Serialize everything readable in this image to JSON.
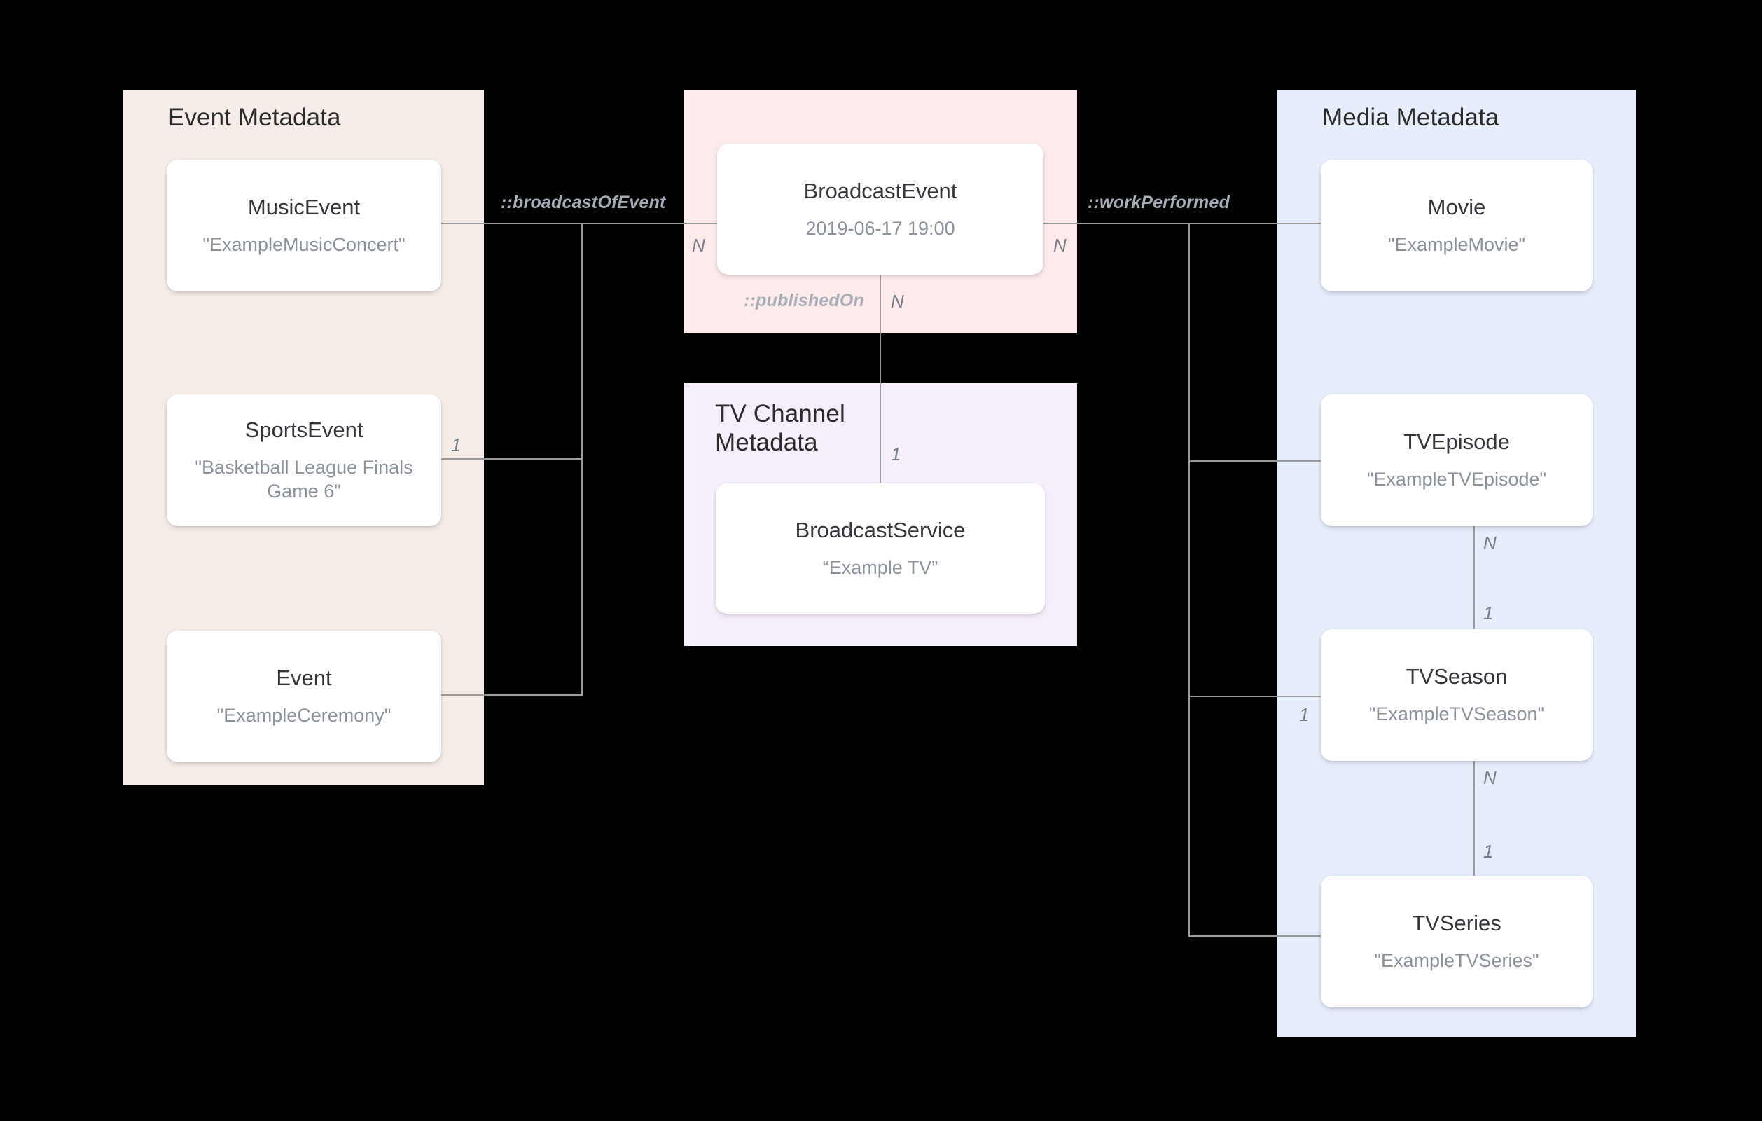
{
  "diagram": {
    "title": "Broadcast metadata entity relationship diagram",
    "background": "#000000",
    "groups": [
      {
        "id": "event",
        "label": "Event Metadata",
        "color": "#f5ece7"
      },
      {
        "id": "broadcast",
        "label": "",
        "color": "#fdeaea"
      },
      {
        "id": "tvchannel",
        "label": "TV Channel\nMetadata",
        "color": "#f6eefb"
      },
      {
        "id": "media",
        "label": "Media Metadata",
        "color": "#e6edfb"
      }
    ],
    "entities": [
      {
        "id": "musicevent",
        "type": "MusicEvent",
        "value": "\"ExampleMusicConcert\""
      },
      {
        "id": "sportsevent",
        "type": "SportsEvent",
        "value": "\"Basketball League Finals Game 6\""
      },
      {
        "id": "event",
        "type": "Event",
        "value": "\"ExampleCeremony\""
      },
      {
        "id": "broadcastevent",
        "type": "BroadcastEvent",
        "value": "2019-06-17 19:00"
      },
      {
        "id": "broadcastservice",
        "type": "BroadcastService",
        "value": "“Example TV”"
      },
      {
        "id": "movie",
        "type": "Movie",
        "value": "\"ExampleMovie\""
      },
      {
        "id": "tvepisode",
        "type": "TVEpisode",
        "value": "\"ExampleTVEpisode\""
      },
      {
        "id": "tvseason",
        "type": "TVSeason",
        "value": "\"ExampleTVSeason\""
      },
      {
        "id": "tvseries",
        "type": "TVSeries",
        "value": "\"ExampleTVSeries\""
      }
    ],
    "relations": [
      {
        "id": "broadcastOfEvent",
        "label": "::broadcastOfEvent",
        "from": "broadcastevent",
        "to": "event-group",
        "from_cardinality": "N",
        "to_cardinality": "1"
      },
      {
        "id": "publishedOn",
        "label": "::publishedOn",
        "from": "broadcastevent",
        "to": "broadcastservice",
        "from_cardinality": "N",
        "to_cardinality": "1"
      },
      {
        "id": "workPerformed",
        "label": "::workPerformed",
        "from": "broadcastevent",
        "to": "media-group",
        "from_cardinality": "N",
        "to_cardinality": ""
      },
      {
        "id": "episodeSeason",
        "label": "",
        "from": "tvepisode",
        "to": "tvseason",
        "from_cardinality": "N",
        "to_cardinality": "1"
      },
      {
        "id": "seasonSeries",
        "label": "",
        "from": "tvseason",
        "to": "tvseries",
        "from_cardinality": "N",
        "to_cardinality": "1"
      }
    ],
    "cardinality_labels": {
      "broadcastevent_left": "N",
      "broadcastevent_right": "N",
      "broadcastevent_bottom": "N",
      "sportsevent_right": "1",
      "broadcastservice_top": "1",
      "tvepisode_bottom": "N",
      "tvseason_top": "1",
      "tvseason_left": "1",
      "tvseason_bottom": "N",
      "tvseries_top": "1"
    },
    "colors": {
      "line": "#9a9a9a",
      "card_background": "#ffffff",
      "card_title_text": "#33363a",
      "card_value_text": "#8c929c",
      "relation_label_text": "#a7adb6",
      "cardinality_text": "#767d87",
      "group_title_text": "#2b2b2b"
    }
  }
}
